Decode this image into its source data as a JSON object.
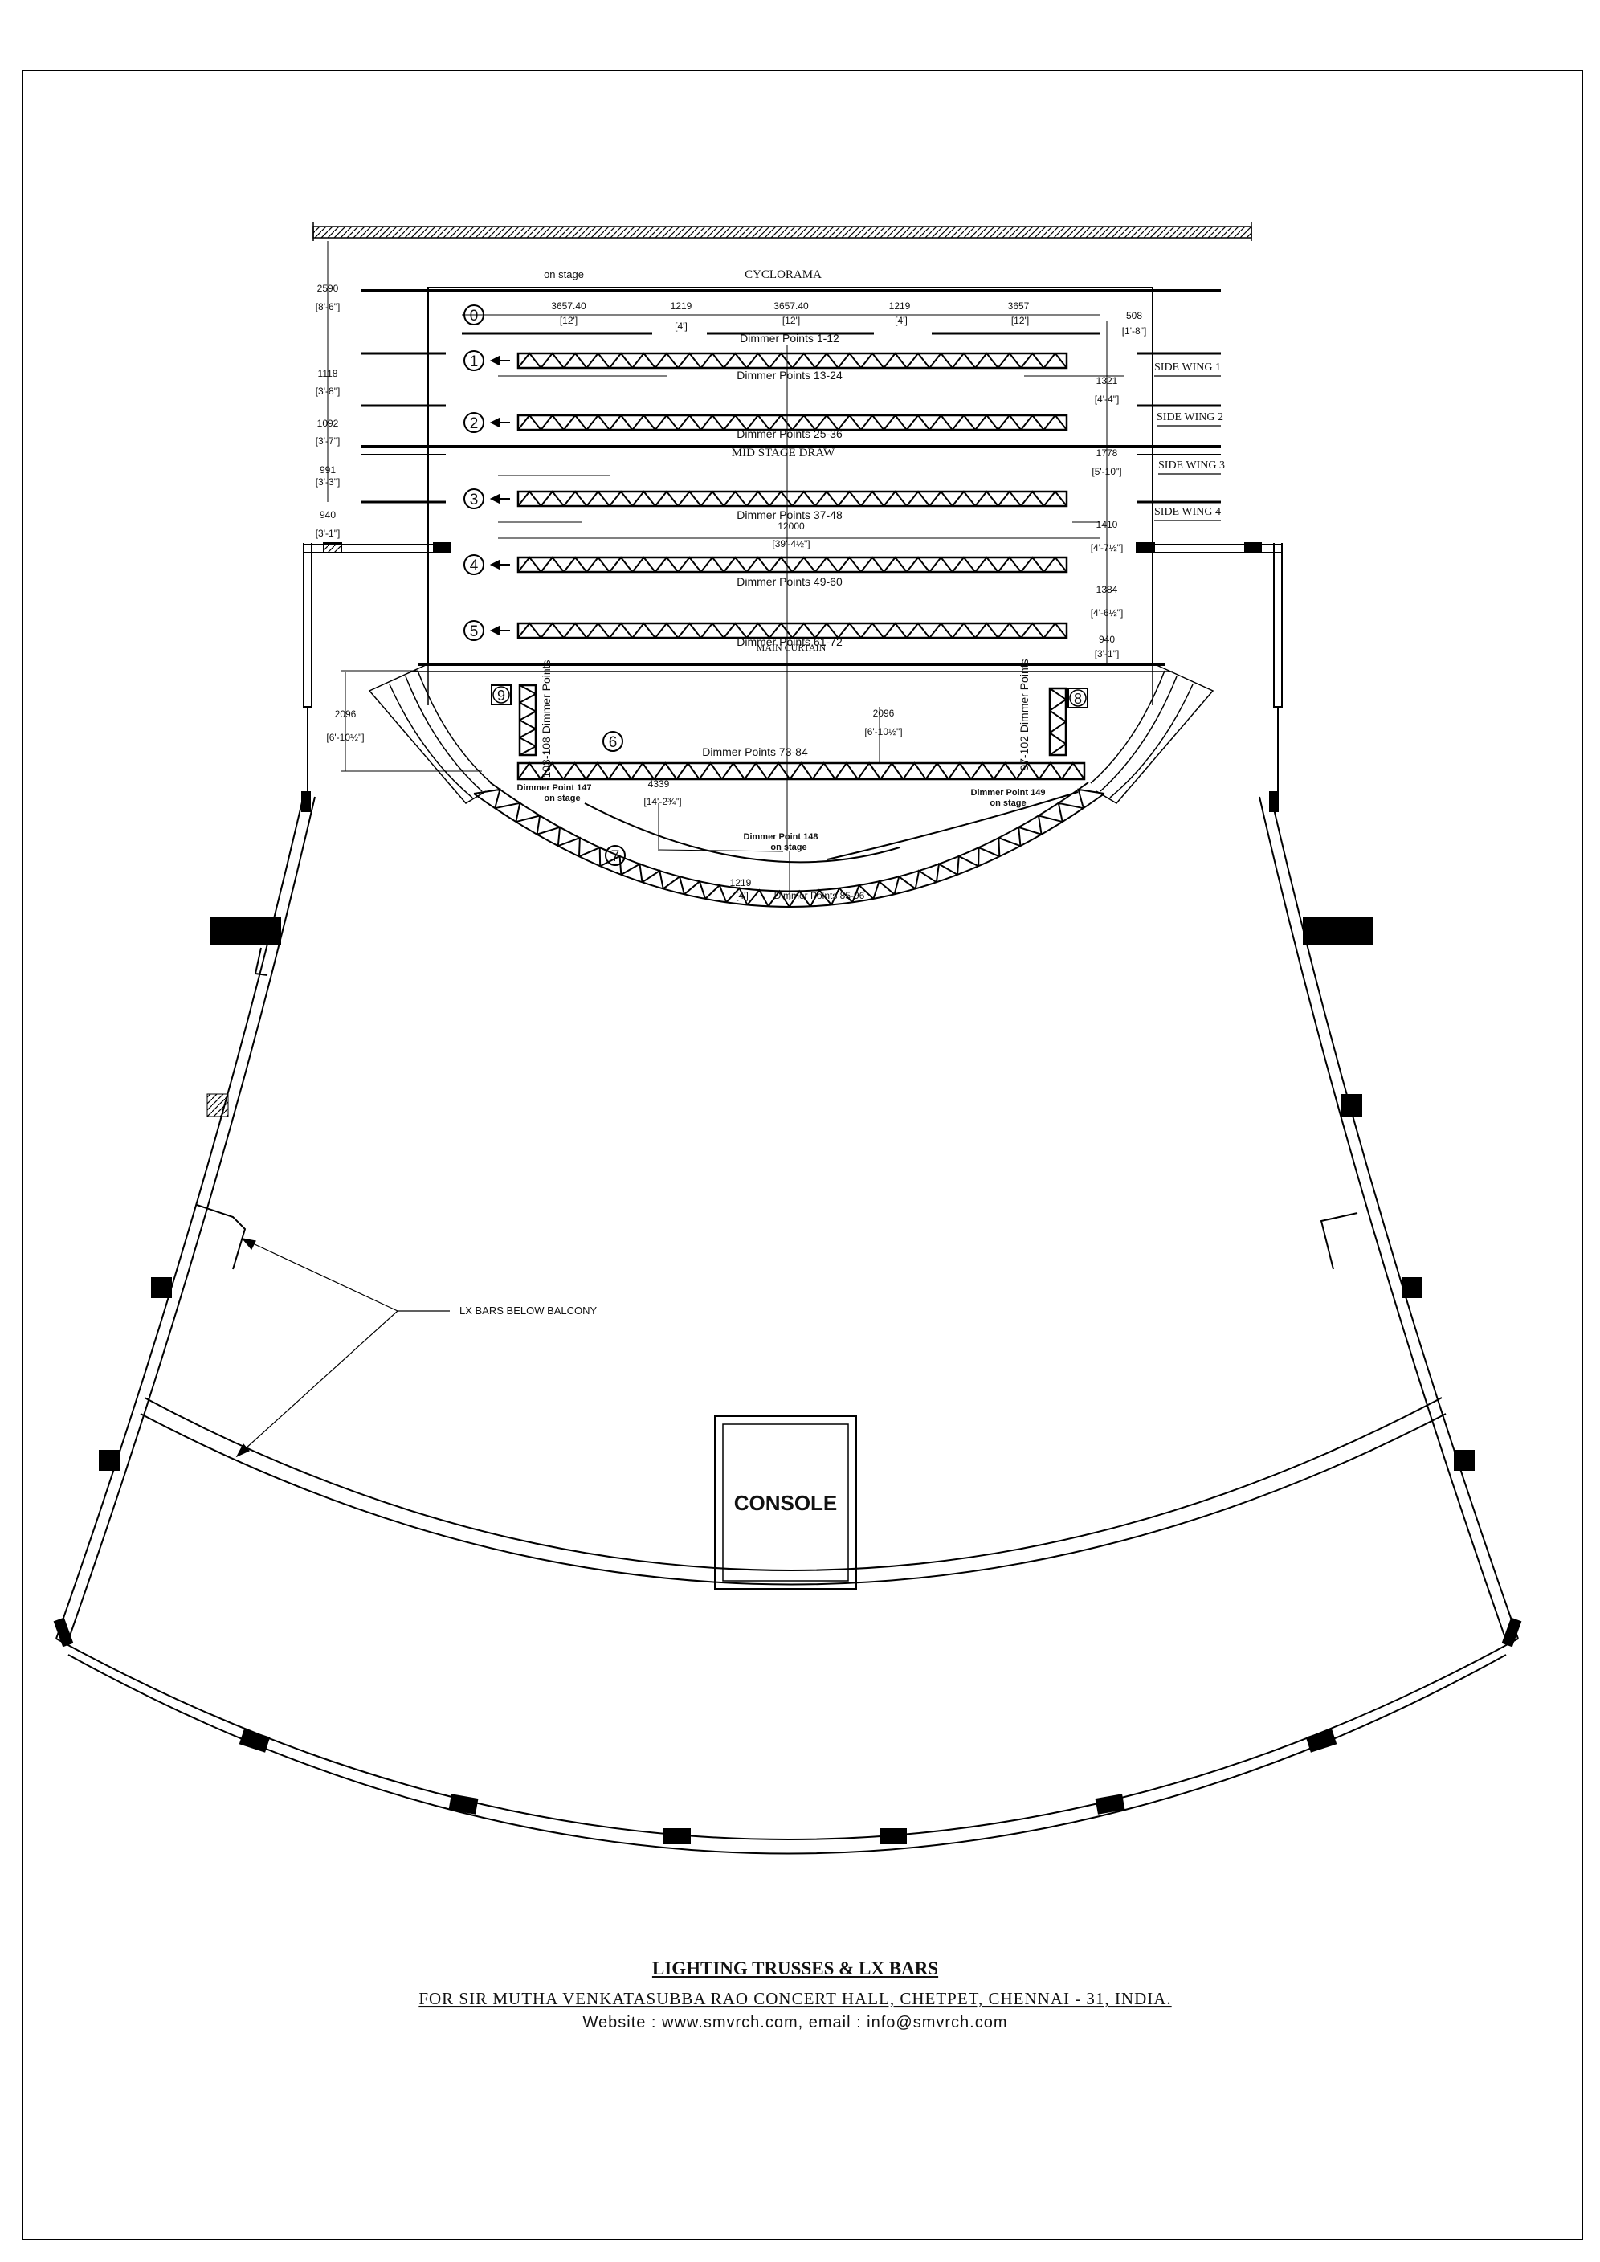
{
  "labels": {
    "on_stage": "on stage",
    "cyclorama": "CYCLORAMA",
    "mid_stage_draw": "MID STAGE DRAW",
    "main_curtain": "MAIN CURTAIN",
    "lx_bars_below_balcony": "LX BARS BELOW BALCONY",
    "console": "CONSOLE"
  },
  "side_wings": [
    "SIDE WING 1",
    "SIDE WING 2",
    "SIDE WING 3",
    "SIDE WING 4"
  ],
  "trusses": [
    {
      "number": "0",
      "dimmer": "Dimmer Points 1-12"
    },
    {
      "number": "1",
      "dimmer": "Dimmer Points 13-24"
    },
    {
      "number": "2",
      "dimmer": "Dimmer Points 25-36"
    },
    {
      "number": "3",
      "dimmer": "Dimmer Points 37-48"
    },
    {
      "number": "4",
      "dimmer": "Dimmer Points 49-60"
    },
    {
      "number": "5",
      "dimmer": "Dimmer Points 61-72"
    },
    {
      "number": "6",
      "dimmer": "Dimmer Points 73-84"
    },
    {
      "number": "7",
      "dimmer": "Dimmer Points 85-96"
    },
    {
      "number": "8",
      "dimmer": "97-102 Dimmer Points"
    },
    {
      "number": "9",
      "dimmer": "103-108 Dimmer Points"
    }
  ],
  "floor_points": [
    {
      "name": "Dimmer Point 147",
      "sub": "on stage"
    },
    {
      "name": "Dimmer Point 148",
      "sub": "on stage"
    },
    {
      "name": "Dimmer Point 149",
      "sub": "on stage"
    }
  ],
  "dims_left": [
    {
      "mm": "2590",
      "ft": "[8'-6\"]"
    },
    {
      "mm": "1118",
      "ft": "[3'-8\"]"
    },
    {
      "mm": "1092",
      "ft": "[3'-7\"]"
    },
    {
      "mm": "991",
      "ft": "[3'-3\"]"
    },
    {
      "mm": "940",
      "ft": "[3'-1\"]"
    },
    {
      "mm": "2096",
      "ft": "[6'-10½\"]"
    }
  ],
  "dims_right": [
    {
      "mm": "508",
      "ft": "[1'-8\"]"
    },
    {
      "mm": "1321",
      "ft": "[4'-4\"]"
    },
    {
      "mm": "1778",
      "ft": "[5'-10\"]"
    },
    {
      "mm": "1410",
      "ft": "[4'-7½\"]"
    },
    {
      "mm": "1384",
      "ft": "[4'-6½\"]"
    },
    {
      "mm": "940",
      "ft": "[3'-1\"]"
    }
  ],
  "dims_top": [
    {
      "mm": "3657.40",
      "ft": "[12']"
    },
    {
      "mm": "1219",
      "ft": "[4']"
    },
    {
      "mm": "3657.40",
      "ft": "[12']"
    },
    {
      "mm": "1219",
      "ft": "[4']"
    },
    {
      "mm": "3657",
      "ft": "[12']"
    }
  ],
  "dims_center": [
    {
      "mm": "12000",
      "ft": "[39'-4½\"]"
    },
    {
      "mm": "2096",
      "ft": "[6'-10½\"]"
    },
    {
      "mm": "4339",
      "ft": "[14'-2¾\"]"
    },
    {
      "mm": "1219",
      "ft": "[4']"
    }
  ],
  "footer": {
    "title": "LIGHTING TRUSSES & LX BARS",
    "subtitle": "FOR SIR MUTHA VENKATASUBBA RAO CONCERT HALL, CHETPET, CHENNAI - 31, INDIA.",
    "contact": "Website : www.smvrch.com, email : info@smvrch.com"
  }
}
